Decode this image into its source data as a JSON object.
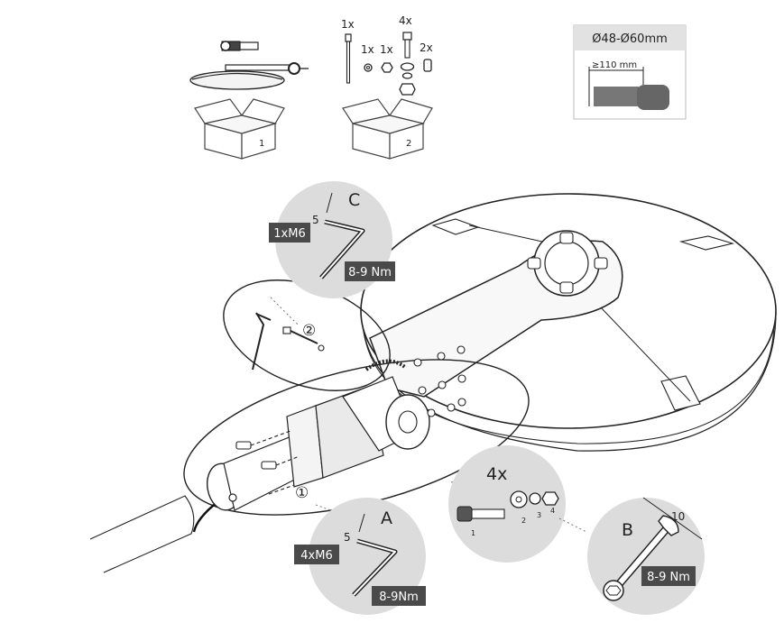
{
  "kits": {
    "box1": {
      "number": "1"
    },
    "box2": {
      "number": "2"
    },
    "quantities": {
      "bolt": "1x",
      "washer": "1x",
      "nut": "1x",
      "screws": "4x",
      "spacers": "2x"
    }
  },
  "pole_spec": {
    "diameter": "Ø48-Ø60mm",
    "insert_depth": "≥110 mm"
  },
  "step_c": {
    "letter": "C",
    "hex_size": "5",
    "screw": "1xM6",
    "torque": "8-9 Nm"
  },
  "step_a": {
    "letter": "A",
    "hex_size": "5",
    "screw": "4xM6",
    "torque": "8-9Nm"
  },
  "step_b": {
    "letter": "B",
    "wrench_size": "10",
    "torque": "8-9 Nm"
  },
  "fastener_set": {
    "count": "4x",
    "parts": [
      "1",
      "2",
      "3",
      "4"
    ]
  },
  "steps": {
    "first": "①",
    "second": "②"
  },
  "colors": {
    "line": "#222222",
    "label_bg": "#4a4a4a",
    "zoom_bg": "#dcdcdc",
    "spec_bg": "#e2e2e2"
  }
}
